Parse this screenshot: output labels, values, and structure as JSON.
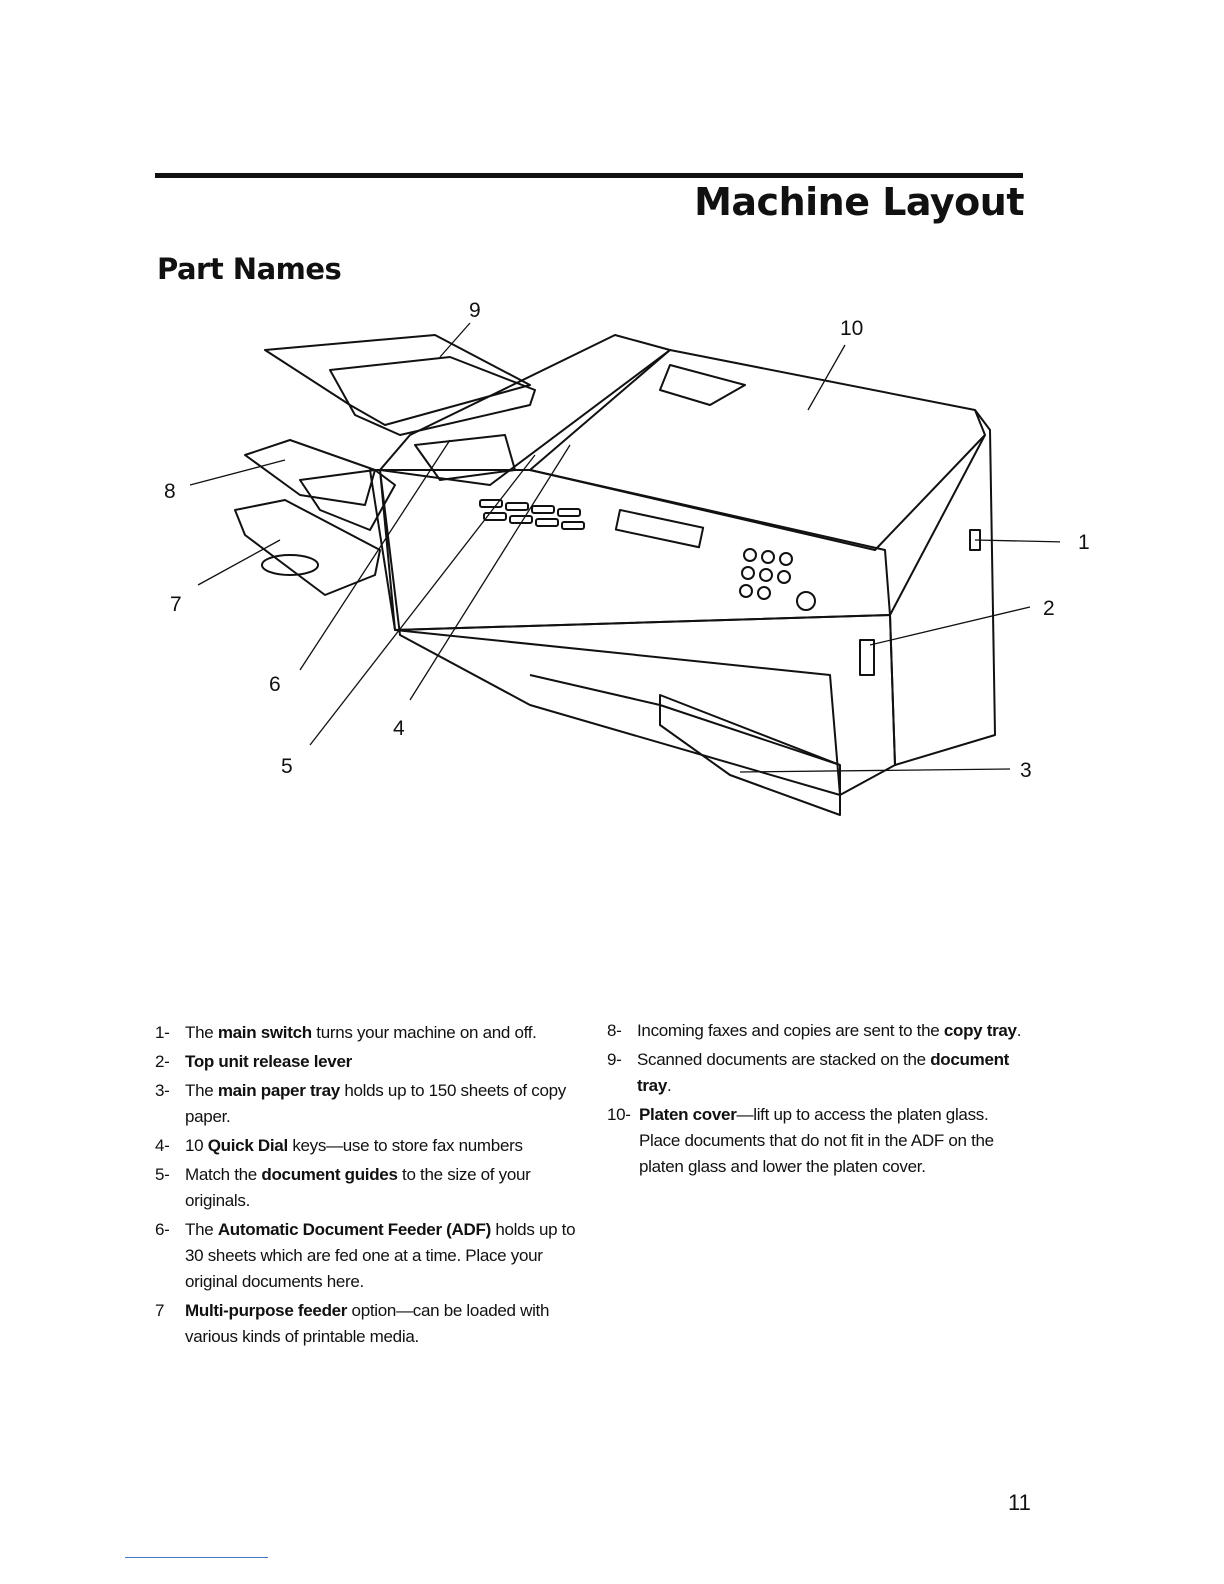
{
  "header": {
    "title": "Machine Layout",
    "section": "Part Names"
  },
  "figure": {
    "callouts": [
      "1",
      "2",
      "3",
      "4",
      "5",
      "6",
      "7",
      "8",
      "9",
      "10"
    ]
  },
  "list_left": [
    {
      "n": "1-",
      "pre": "The ",
      "bold": "main switch",
      "post": " turns your machine on and off."
    },
    {
      "n": "2-",
      "pre": "",
      "bold": "Top unit release lever",
      "post": ""
    },
    {
      "n": "3-",
      "pre": "The ",
      "bold": "main paper tray",
      "post": " holds up to 150 sheets of copy paper."
    },
    {
      "n": "4-",
      "pre": "10 ",
      "bold": "Quick Dial",
      "post": " keys—use to store fax numbers"
    },
    {
      "n": "5-",
      "pre": "Match the ",
      "bold": "document guides",
      "post": " to the size of your originals."
    },
    {
      "n": "6-",
      "pre": "The ",
      "bold": "Automatic Document Feeder (ADF)",
      "post": " holds up to 30 sheets which are fed one at a time. Place your original documents here."
    },
    {
      "n": "7",
      "pre": "",
      "bold": "Multi-purpose feeder",
      "post": " option—can be loaded with various kinds of printable media."
    }
  ],
  "list_right": [
    {
      "n": "8-",
      "pre": "Incoming faxes and copies are sent to the ",
      "bold": "copy tray",
      "post": "."
    },
    {
      "n": "9-",
      "pre": "Scanned documents are stacked on the ",
      "bold": "document tray",
      "post": "."
    },
    {
      "n": "10-",
      "pre": "",
      "bold": "Platen cover",
      "post": "—lift up to access the platen glass. Place documents that do not fit in the ADF on the platen glass and lower the platen cover."
    }
  ],
  "footer": {
    "page_number": "11"
  }
}
